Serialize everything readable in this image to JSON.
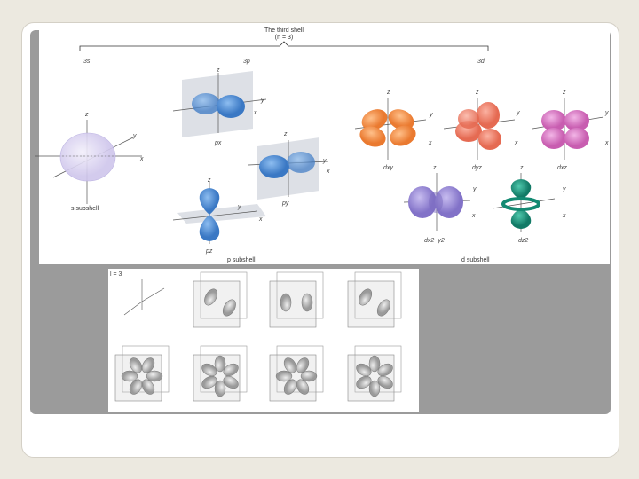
{
  "shell": {
    "title": "The third shell",
    "subtitle": "(n = 3)",
    "col_3s": "3s",
    "col_3p": "3p",
    "col_3d": "3d"
  },
  "axes": {
    "x": "x",
    "y": "y",
    "z": "z"
  },
  "s_orbital": {
    "caption": "s subshell",
    "color": "#d9d2f0"
  },
  "p_orbitals": {
    "px_label": "px",
    "py_label": "py",
    "pz_label": "pz",
    "caption": "p subshell",
    "color": "#4f8fd6"
  },
  "d_orbitals": {
    "dxy_label": "dxy",
    "dyz_label": "dyz",
    "dxz_label": "dxz",
    "dx2y2_label": "dx2−y2",
    "dz2_label": "dz2",
    "caption": "d subshell",
    "colors": {
      "dxy": "#f28a43",
      "dyz": "#ef7a62",
      "dxz": "#d973c2",
      "dx2y2": "#9a8ad4",
      "dz2": "#1f9a82"
    }
  },
  "bottom_panel": {
    "first_box_label": "l = 3"
  }
}
